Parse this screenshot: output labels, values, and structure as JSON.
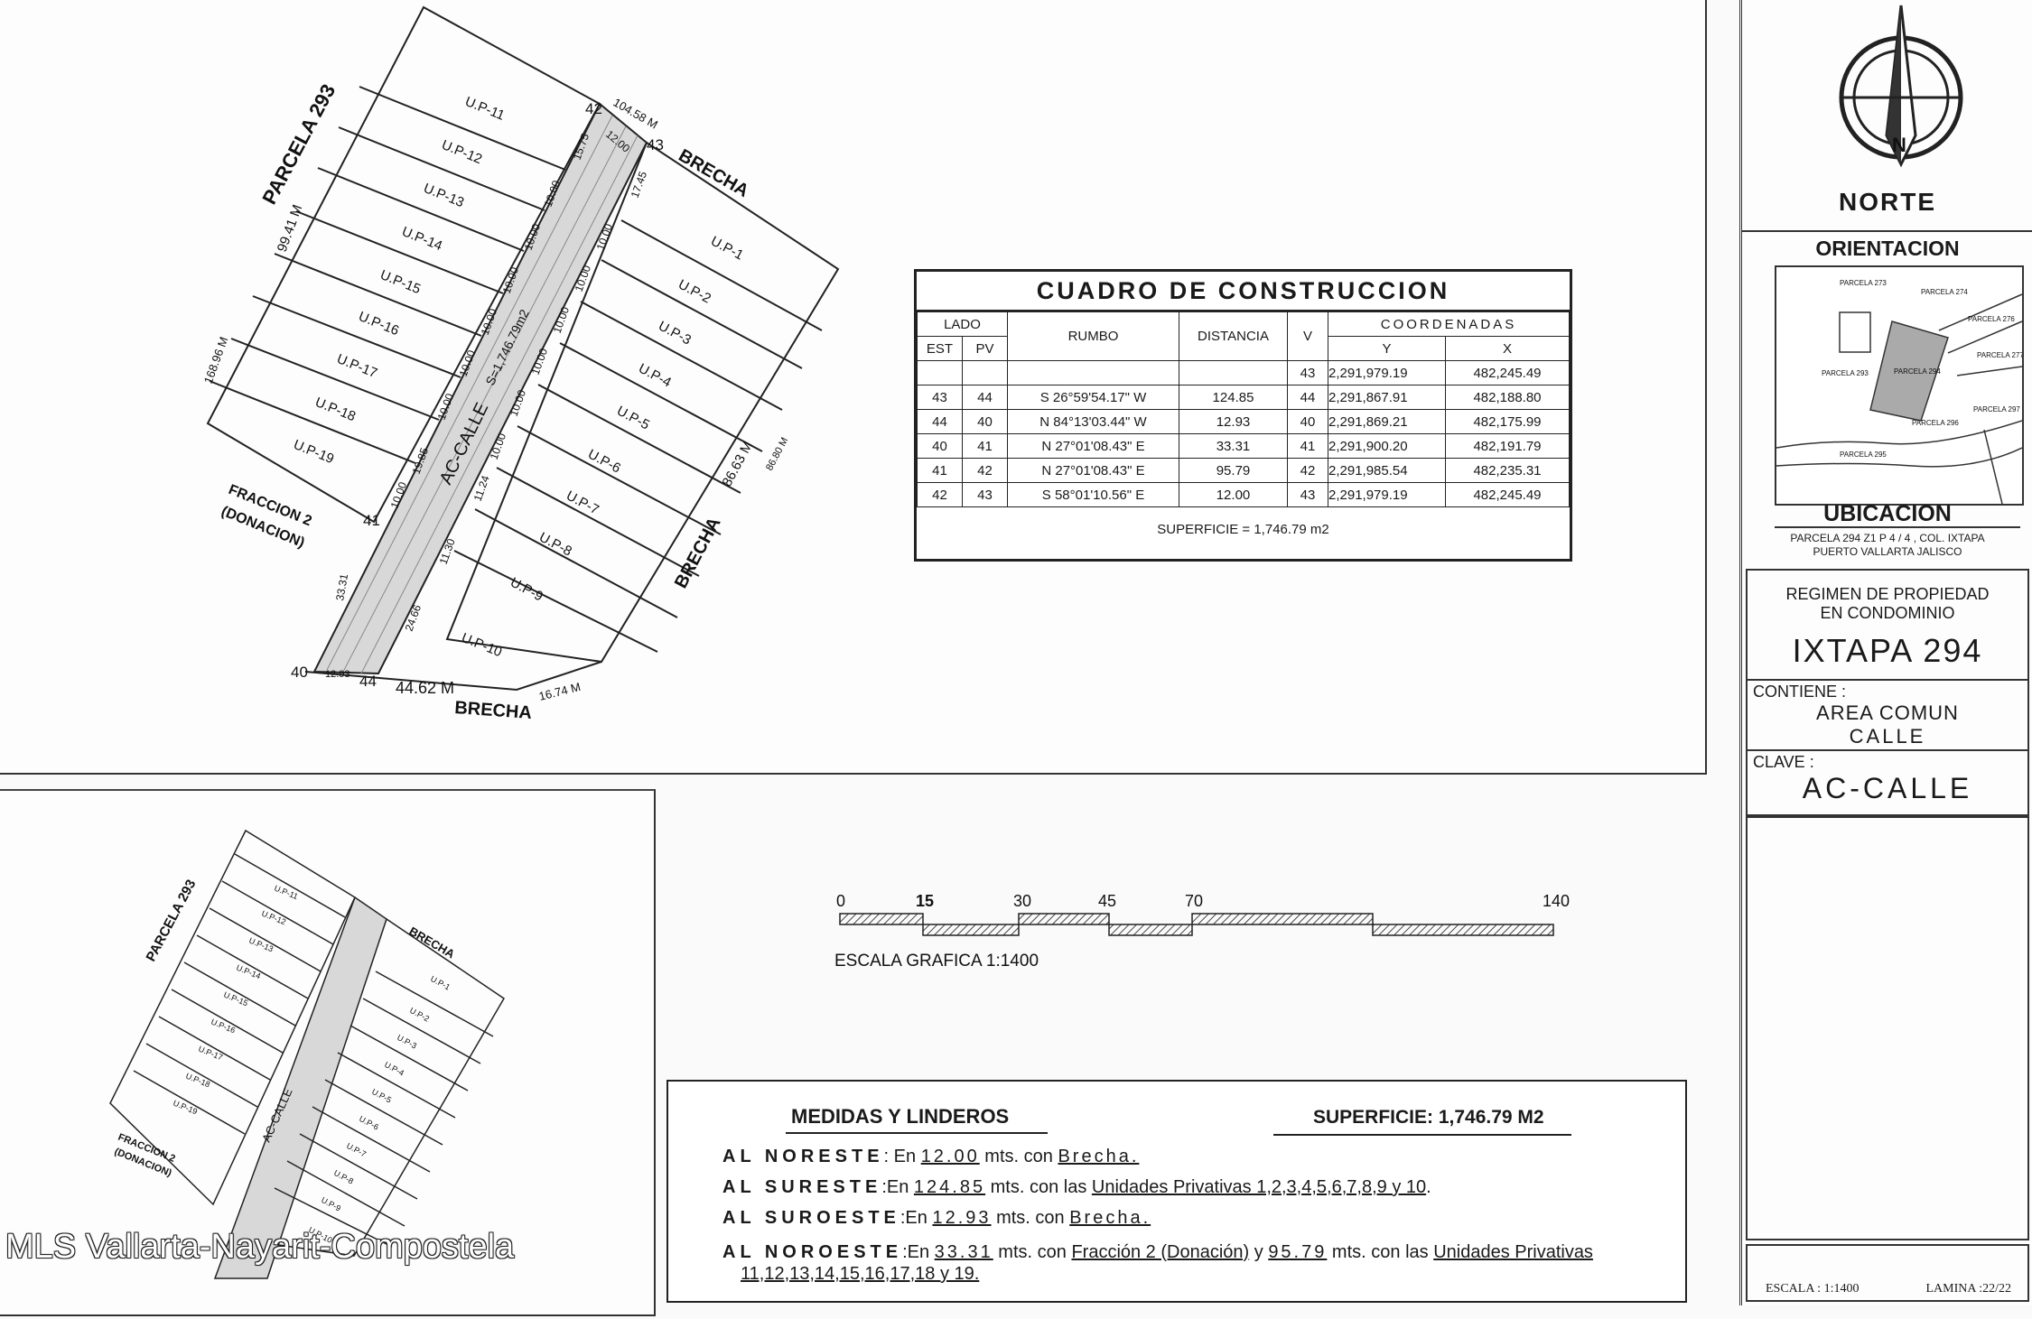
{
  "main_plan": {
    "parcela_label": "PARCELA 293",
    "brecha_labels": [
      "BRECHA",
      "BRECHA",
      "BRECHA"
    ],
    "fraccion_label": [
      "FRACCION 2",
      "(DONACION)"
    ],
    "street_label": "AC-CALLE",
    "street_area": "S=1,746.79m2",
    "left_units": [
      "U.P-11",
      "U.P-12",
      "U.P-13",
      "U.P-14",
      "U.P-15",
      "U.P-16",
      "U.P-17",
      "U.P-18",
      "U.P-19"
    ],
    "right_units": [
      "U.P-1",
      "U.P-2",
      "U.P-3",
      "U.P-4",
      "U.P-5",
      "U.P-6",
      "U.P-7",
      "U.P-8",
      "U.P-9",
      "U.P-10"
    ],
    "vertices": [
      "42",
      "43",
      "41",
      "40",
      "44"
    ],
    "dimensions": {
      "d_top": "104.58 M",
      "d_12": "12.00",
      "d_left_outer": "99.41 M",
      "d_left_total": "168.96 M",
      "d_right": "86.63 M",
      "d_right2": "86.80 M",
      "d_bottom": "44.62 M",
      "d_bottom2": "16.74 M",
      "d_1293": "12.93",
      "d_3331": "33.31",
      "d_2466": "24.66",
      "d_1130": "11.30",
      "d_1124": "11.24",
      "d_1575": "15.75",
      "d_1745": "17.45",
      "d_10": "10.00",
      "d_1985": "19.85"
    }
  },
  "cuadro": {
    "title": "CUADRO DE CONSTRUCCION",
    "headers": {
      "lado": "LADO",
      "est": "EST",
      "pv": "PV",
      "rumbo": "RUMBO",
      "distancia": "DISTANCIA",
      "v": "V",
      "coordenadas": "COORDENADAS",
      "y": "Y",
      "x": "X"
    },
    "first_row": {
      "v": "43",
      "y": "2,291,979.19",
      "x": "482,245.49"
    },
    "rows": [
      {
        "est": "43",
        "pv": "44",
        "rumbo": "S 26°59'54.17\" W",
        "distancia": "124.85",
        "v": "44",
        "y": "2,291,867.91",
        "x": "482,188.80"
      },
      {
        "est": "44",
        "pv": "40",
        "rumbo": "N 84°13'03.44\" W",
        "distancia": "12.93",
        "v": "40",
        "y": "2,291,869.21",
        "x": "482,175.99"
      },
      {
        "est": "40",
        "pv": "41",
        "rumbo": "N 27°01'08.43\" E",
        "distancia": "33.31",
        "v": "41",
        "y": "2,291,900.20",
        "x": "482,191.79"
      },
      {
        "est": "41",
        "pv": "42",
        "rumbo": "N 27°01'08.43\" E",
        "distancia": "95.79",
        "v": "42",
        "y": "2,291,985.54",
        "x": "482,235.31"
      },
      {
        "est": "42",
        "pv": "43",
        "rumbo": "S 58°01'10.56\" E",
        "distancia": "12.00",
        "v": "43",
        "y": "2,291,979.19",
        "x": "482,245.49"
      }
    ],
    "superficie": "SUPERFICIE = 1,746.79 m2"
  },
  "scale_bar": {
    "ticks": [
      "0",
      "15",
      "30",
      "45",
      "70",
      "140"
    ],
    "label": "ESCALA GRAFICA 1:1400"
  },
  "title_block": {
    "north": "NORTE",
    "orientacion": "ORIENTACION",
    "map_labels": [
      "PARCELA 273",
      "PARCELA 274",
      "PARCELA 276",
      "PARCELA 277",
      "PARCELA 293",
      "PARCELA 294",
      "PARCELA 295",
      "PARCELA 296",
      "PARCELA 297"
    ],
    "ubicacion": "UBICACION",
    "ubicacion_address_1": "PARCELA 294  Z1 P 4 / 4 , COL. IXTAPA",
    "ubicacion_address_2": "PUERTO VALLARTA JALISCO",
    "regimen_1": "REGIMEN DE PROPIEDAD",
    "regimen_2": "EN CONDOMINIO",
    "project": "IXTAPA 294",
    "contiene_label": "CONTIENE :",
    "contiene_1": "AREA COMUN",
    "contiene_2": "CALLE",
    "clave_label": "CLAVE :",
    "clave": "AC-CALLE",
    "escala": "ESCALA : 1:1400",
    "lamina": "LAMINA :22/22"
  },
  "mini_plan": {
    "parcela_label": "PARCELA 293",
    "brecha_label": "BRECHA",
    "street_label": "AC-CALLE",
    "fraccion_label": [
      "FRACCION 2",
      "(DONACION)"
    ],
    "left_units": [
      "U.P-11",
      "U.P-12",
      "U.P-13",
      "U.P-14",
      "U.P-15",
      "U.P-16",
      "U.P-17",
      "U.P-18",
      "U.P-19"
    ],
    "right_units": [
      "U.P-1",
      "U.P-2",
      "U.P-3",
      "U.P-4",
      "U.P-5",
      "U.P-6",
      "U.P-7",
      "U.P-8",
      "U.P-9",
      "U.P-10"
    ]
  },
  "medidas": {
    "title": "MEDIDAS Y LINDEROS",
    "superficie": "SUPERFICIE: 1,746.79 M2",
    "noreste": {
      "head": "AL NORESTE",
      "t1": ": En ",
      "v1": "12.00",
      "t2": " mts. con ",
      "v2": "Brecha."
    },
    "sureste": {
      "head": "AL SURESTE",
      "t1": ":En ",
      "v1": "124.85",
      "t2": " mts. con  las ",
      "v2": "Unidades Privativas  1,2,3,4,5,6,7,8,9  y 10",
      "t3": "."
    },
    "suroeste": {
      "head": "AL SUROESTE",
      "t1": ":En ",
      "v1": "12.93",
      "t2": " mts. con ",
      "v2": "Brecha."
    },
    "noroeste": {
      "head": "AL NOROESTE",
      "t1": ":En ",
      "v1": "33.31",
      "t2": " mts. con ",
      "v2": "Fracción 2 (Donación)",
      "t3": " y ",
      "v3": "95.79",
      "t4": " mts. con las ",
      "v4": "Unidades Privativas",
      "line2": "11,12,13,14,15,16,17,18  y 19."
    }
  },
  "watermark": "MLS Vallarta-Nayarit-Compostela"
}
